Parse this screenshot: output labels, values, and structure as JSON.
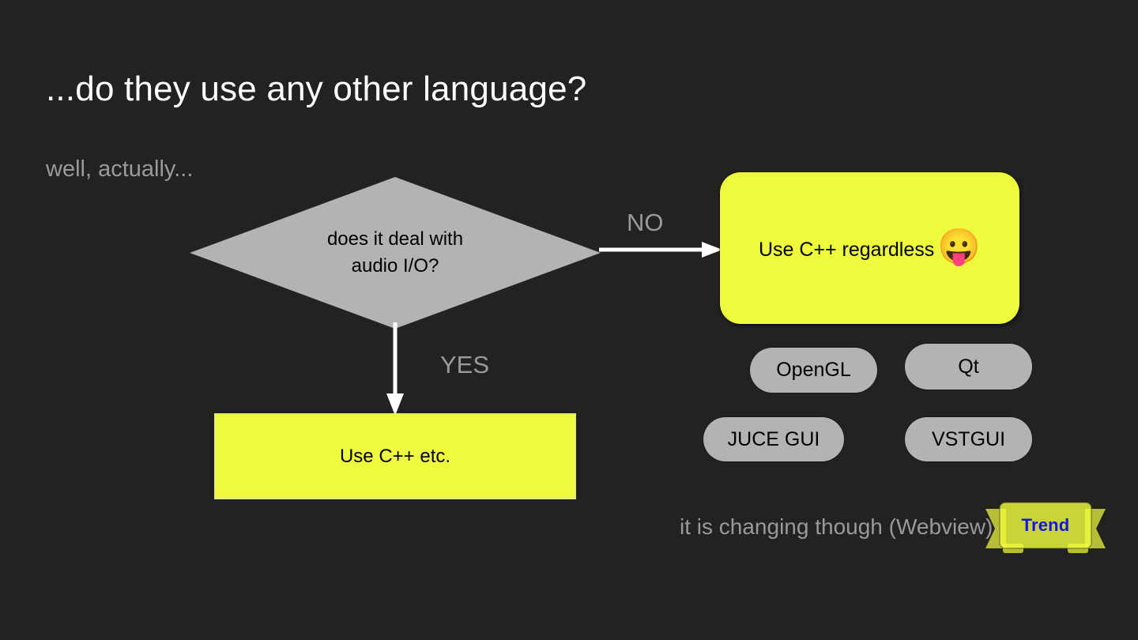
{
  "slide": {
    "title": "...do they use any other language?",
    "subtitle": "well, actually...",
    "footnote": "it is changing though (Webview)",
    "background_color": "#222222"
  },
  "flowchart": {
    "decision": {
      "line1": "does it deal with",
      "line2": "audio I/O?",
      "shape": "diamond",
      "fill_color": "#b3b3b3",
      "text_color": "#000000"
    },
    "edges": [
      {
        "label": "NO",
        "direction": "right",
        "color": "#ffffff",
        "label_color": "#9a9a9a"
      },
      {
        "label": "YES",
        "direction": "down",
        "color": "#ffffff",
        "label_color": "#9a9a9a"
      }
    ],
    "outcome_no": {
      "label": "Use C++ regardless",
      "emoji": "😛",
      "emoji_name": "face-with-tongue-emoji",
      "fill_color": "#eefb3c",
      "text_color": "#000000",
      "shape": "rounded-rectangle"
    },
    "outcome_yes": {
      "label": "Use C++ etc.",
      "fill_color": "#eefb3c",
      "text_color": "#000000",
      "shape": "rectangle"
    }
  },
  "toolkits": {
    "fill_color": "#b3b3b3",
    "items": [
      {
        "label": "OpenGL"
      },
      {
        "label": "Qt"
      },
      {
        "label": "JUCE GUI"
      },
      {
        "label": "VSTGUI"
      }
    ]
  },
  "trend_badge": {
    "label": "Trend",
    "text_color": "#1414e6",
    "ribbon_color": "#eefb3c"
  }
}
